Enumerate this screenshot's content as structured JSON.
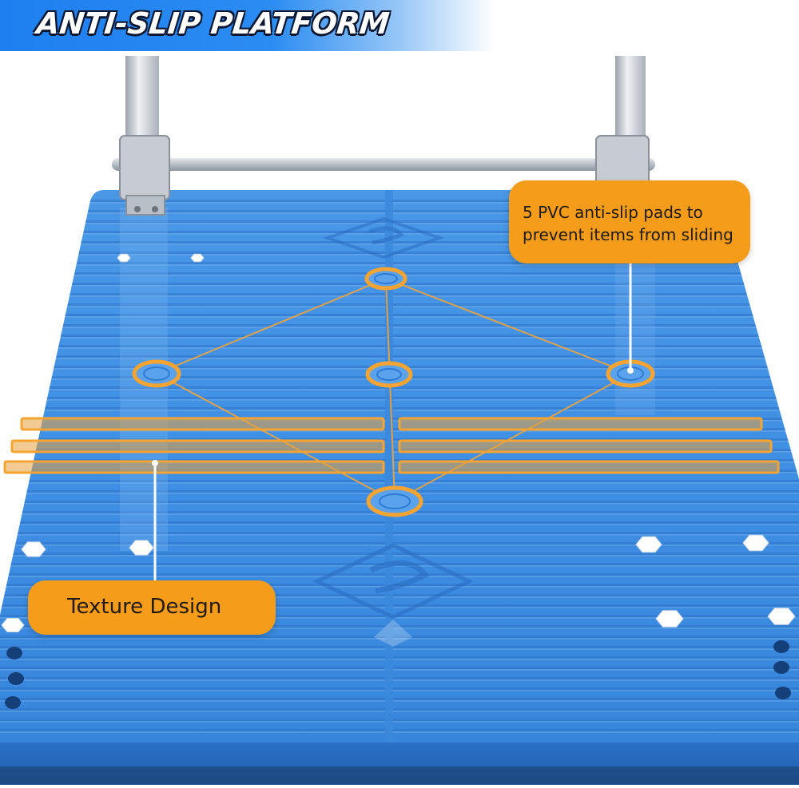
{
  "header": {
    "title": "ANTI-SLIP PLATFORM"
  },
  "callouts": {
    "pads": "5 PVC anti-slip pads to\nprevent items from sliding",
    "texture": "Texture Design"
  },
  "colors": {
    "platform_blue": "#3f8fe4",
    "platform_dark": "#2a6fc4",
    "highlight_orange": "#f59d1a",
    "frame_silver": "#c9ced6",
    "banner_blue": "#1e7ff0"
  },
  "icons": {
    "pads": "ring-outline",
    "holes": "hexagon",
    "logo": "brand-emblem"
  }
}
